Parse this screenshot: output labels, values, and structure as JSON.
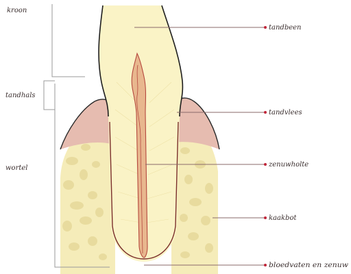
{
  "labels": {
    "left": {
      "crown": "kroon",
      "neck": "tandhals",
      "root": "wortel"
    },
    "right": {
      "dentin": "tandbeen",
      "gum": "tandvlees",
      "pulp": "zenuwholte",
      "bone": "kaakbot",
      "vessels": "bloedvaten en zenuw"
    }
  },
  "colors": {
    "dentin": "#faf3c6",
    "bone": "#f5ecb9",
    "bone_cells": "#e6d99a",
    "gum": "#e6bcb0",
    "gum_outline": "#2a2a2a",
    "pulp": "#e8b78e",
    "pulp_outline": "#b5493f",
    "root_outline": "#7a2e2a",
    "tooth_outline": "#1e1e1e",
    "leader": "#8a6a6a",
    "dot": "#c0263a"
  }
}
